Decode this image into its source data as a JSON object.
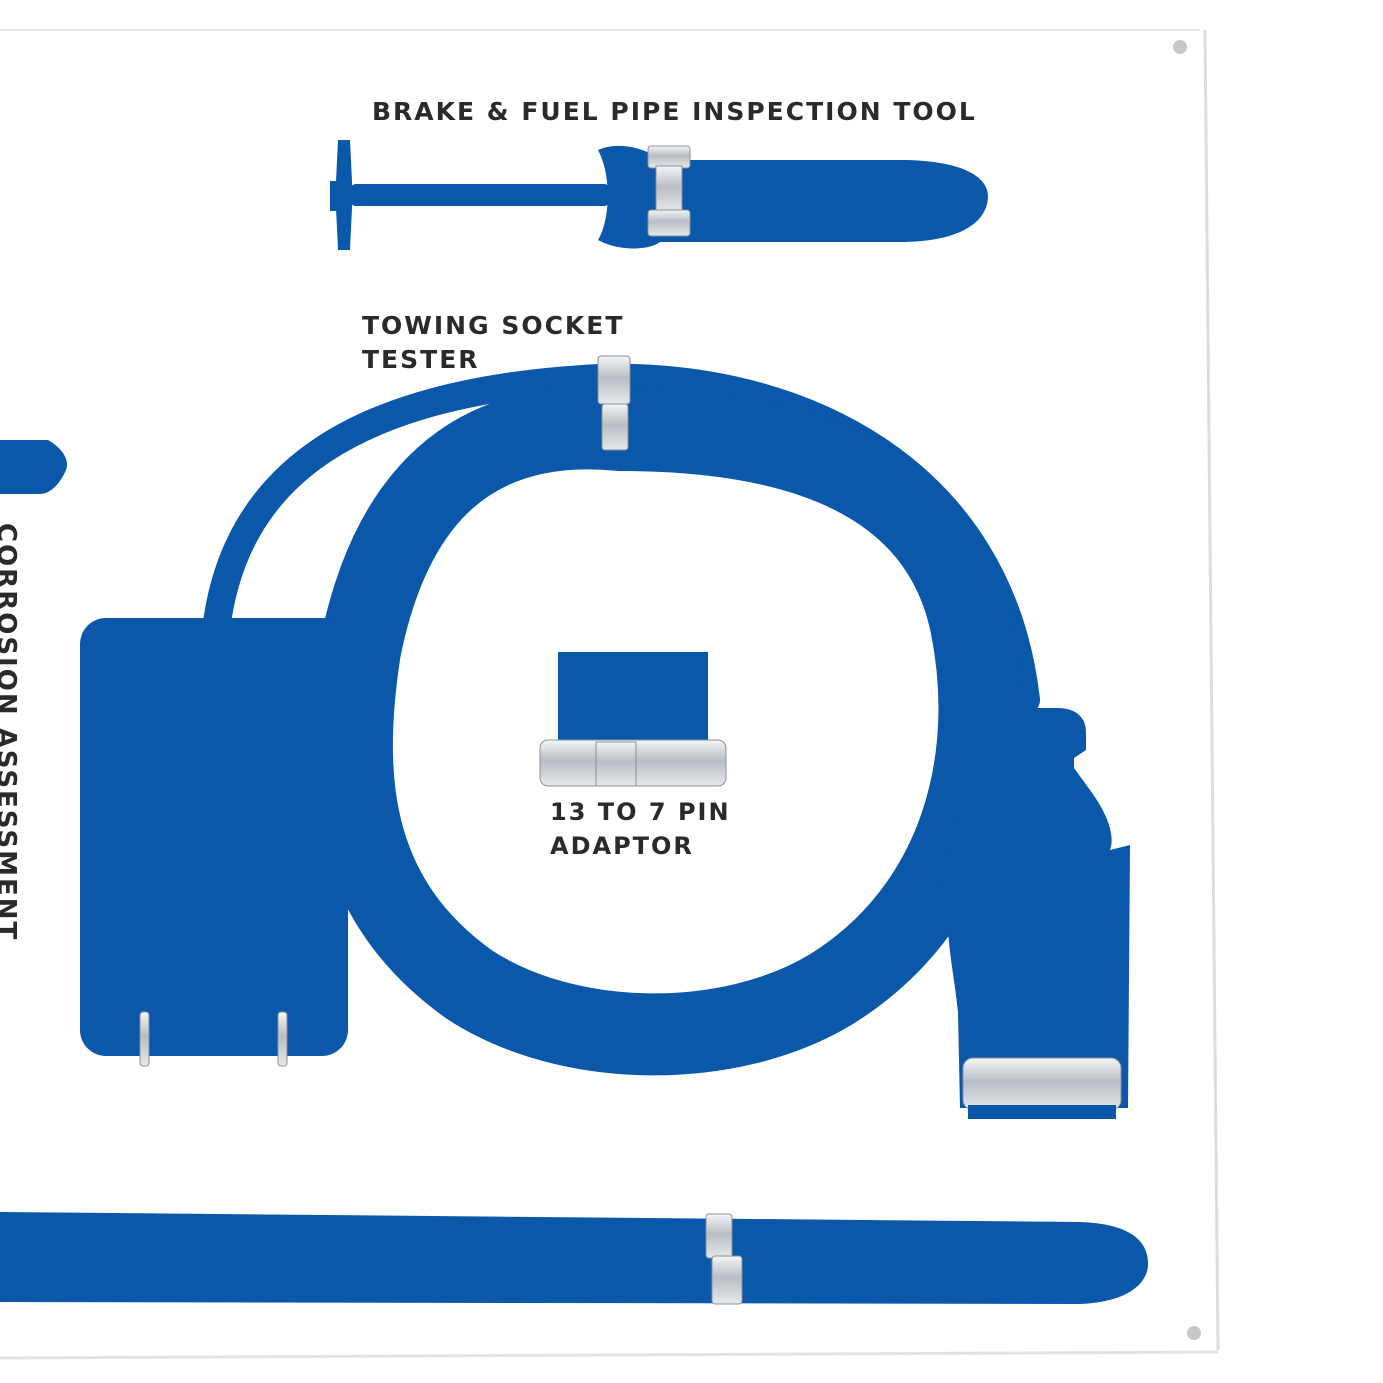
{
  "board": {
    "labels": {
      "brake_fuel": "BRAKE & FUEL PIPE INSPECTION TOOL",
      "towing_line1": "TOWING SOCKET",
      "towing_line2": "TESTER",
      "adaptor_line1": "13 TO 7 PIN",
      "adaptor_line2": "ADAPTOR",
      "side_partial": "CORROSION ASSESSMENT"
    },
    "colors": {
      "shadow_blue": "#0b57aa",
      "board": "#ffffff",
      "edge": "#e3e3e3",
      "clip": "#c9cdd2",
      "text": "#2a2a2a"
    },
    "icons": [
      "screw-hole-icon",
      "tool-clip-icon"
    ]
  }
}
